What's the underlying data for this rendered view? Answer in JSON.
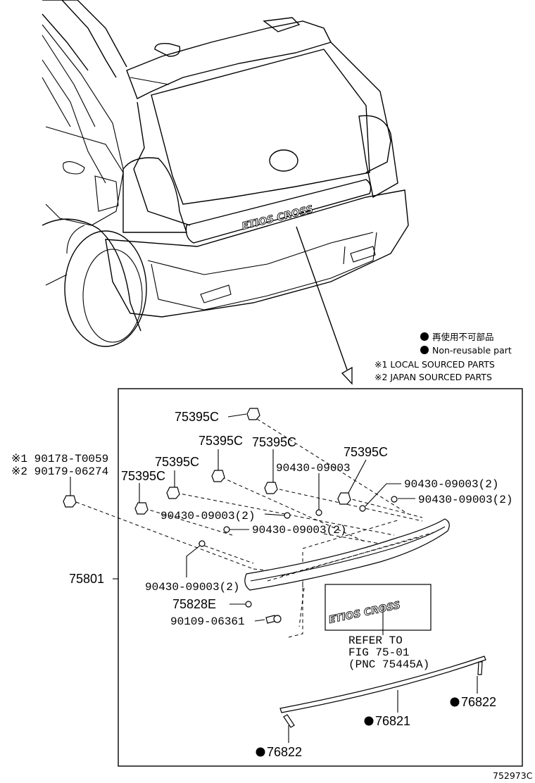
{
  "legend": {
    "line1": "再使用不可部品",
    "line2": "Non-reusable part",
    "line3": "※1 LOCAL SOURCED PARTS",
    "line4": "※2 JAPAN SOURCED PARTS"
  },
  "vehicle": {
    "emblem_text": "ETIOS CROSS"
  },
  "parts": {
    "p_75395c_a": "75395C",
    "p_75395c_b": "75395C",
    "p_75395c_c": "75395C",
    "p_75395c_d": "75395C",
    "p_75395c_e": "75395C",
    "p_75395c_f": "75395C",
    "clip1": "※1 90178-T0059",
    "clip2": "※2 90179-06274",
    "p_90430_a": "90430-09003",
    "p_90430_b": "90430-09003(2)",
    "p_90430_c": "90430-09003(2)",
    "p_90430_d": "90430-09003(2)",
    "p_90430_e": "90430-09003(2)",
    "p_90430_f": "90430-09003(2)",
    "p_75801": "75801",
    "p_75828e": "75828E",
    "p_90109": "90109-06361",
    "refer1": "REFER TO",
    "refer2": "FIG 75-01",
    "refer3": "(PNC 75445A)",
    "p_76822_a": "76822",
    "p_76821": "76821",
    "p_76822_b": "76822"
  },
  "figure_id": "752973C"
}
